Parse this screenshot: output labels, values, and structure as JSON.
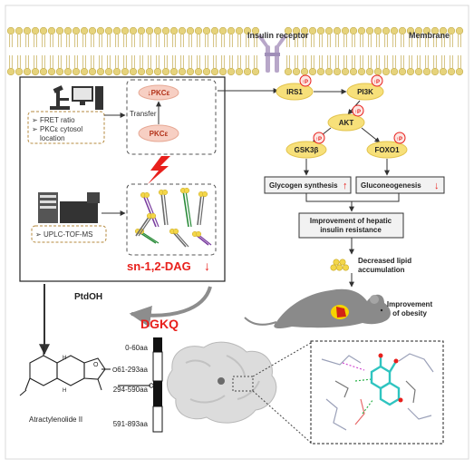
{
  "labels": {
    "insulin_receptor": "Insulin receptor",
    "membrane": "Membrane",
    "fret_ratio": "FRET ratio",
    "pkc_cytosol_1": "PKCε cytosol",
    "pkc_cytosol_2": "location",
    "transfer": "Transfer",
    "pkce": "PKCε",
    "pkce_top": "↓PKCε",
    "uplc": "UPLC-TOF-MS",
    "sn12dag": "sn-1,2-DAG",
    "ptdoh": "PtdOH",
    "dgkq": "DGKQ",
    "atractylenolide": "Atractylenolide II",
    "irs1": "IRS1",
    "pi3k": "PI3K",
    "akt": "AKT",
    "gsk3b": "GSK3β",
    "foxo1": "FOXO1",
    "p": "P",
    "glycogen": "Glycogen synthesis",
    "gluconeogenesis": "Gluconeogenesis",
    "hepatic_1": "Improvement of hepatic",
    "hepatic_2": "insulin resistance",
    "lipid_1": "Decreased lipid",
    "lipid_2": "accumulation",
    "obesity_1": "Improvement",
    "obesity_2": "of obesity"
  },
  "domains": [
    "0-60aa",
    "61-293aa",
    "294-590aa",
    "591-893aa"
  ],
  "colors": {
    "accent_red": "#e8201c",
    "node_fill": "#f7e07a",
    "pkc_fill": "#f7cfc3",
    "mouse": "#8a8a8a",
    "ligand": "#2fc4c0"
  }
}
